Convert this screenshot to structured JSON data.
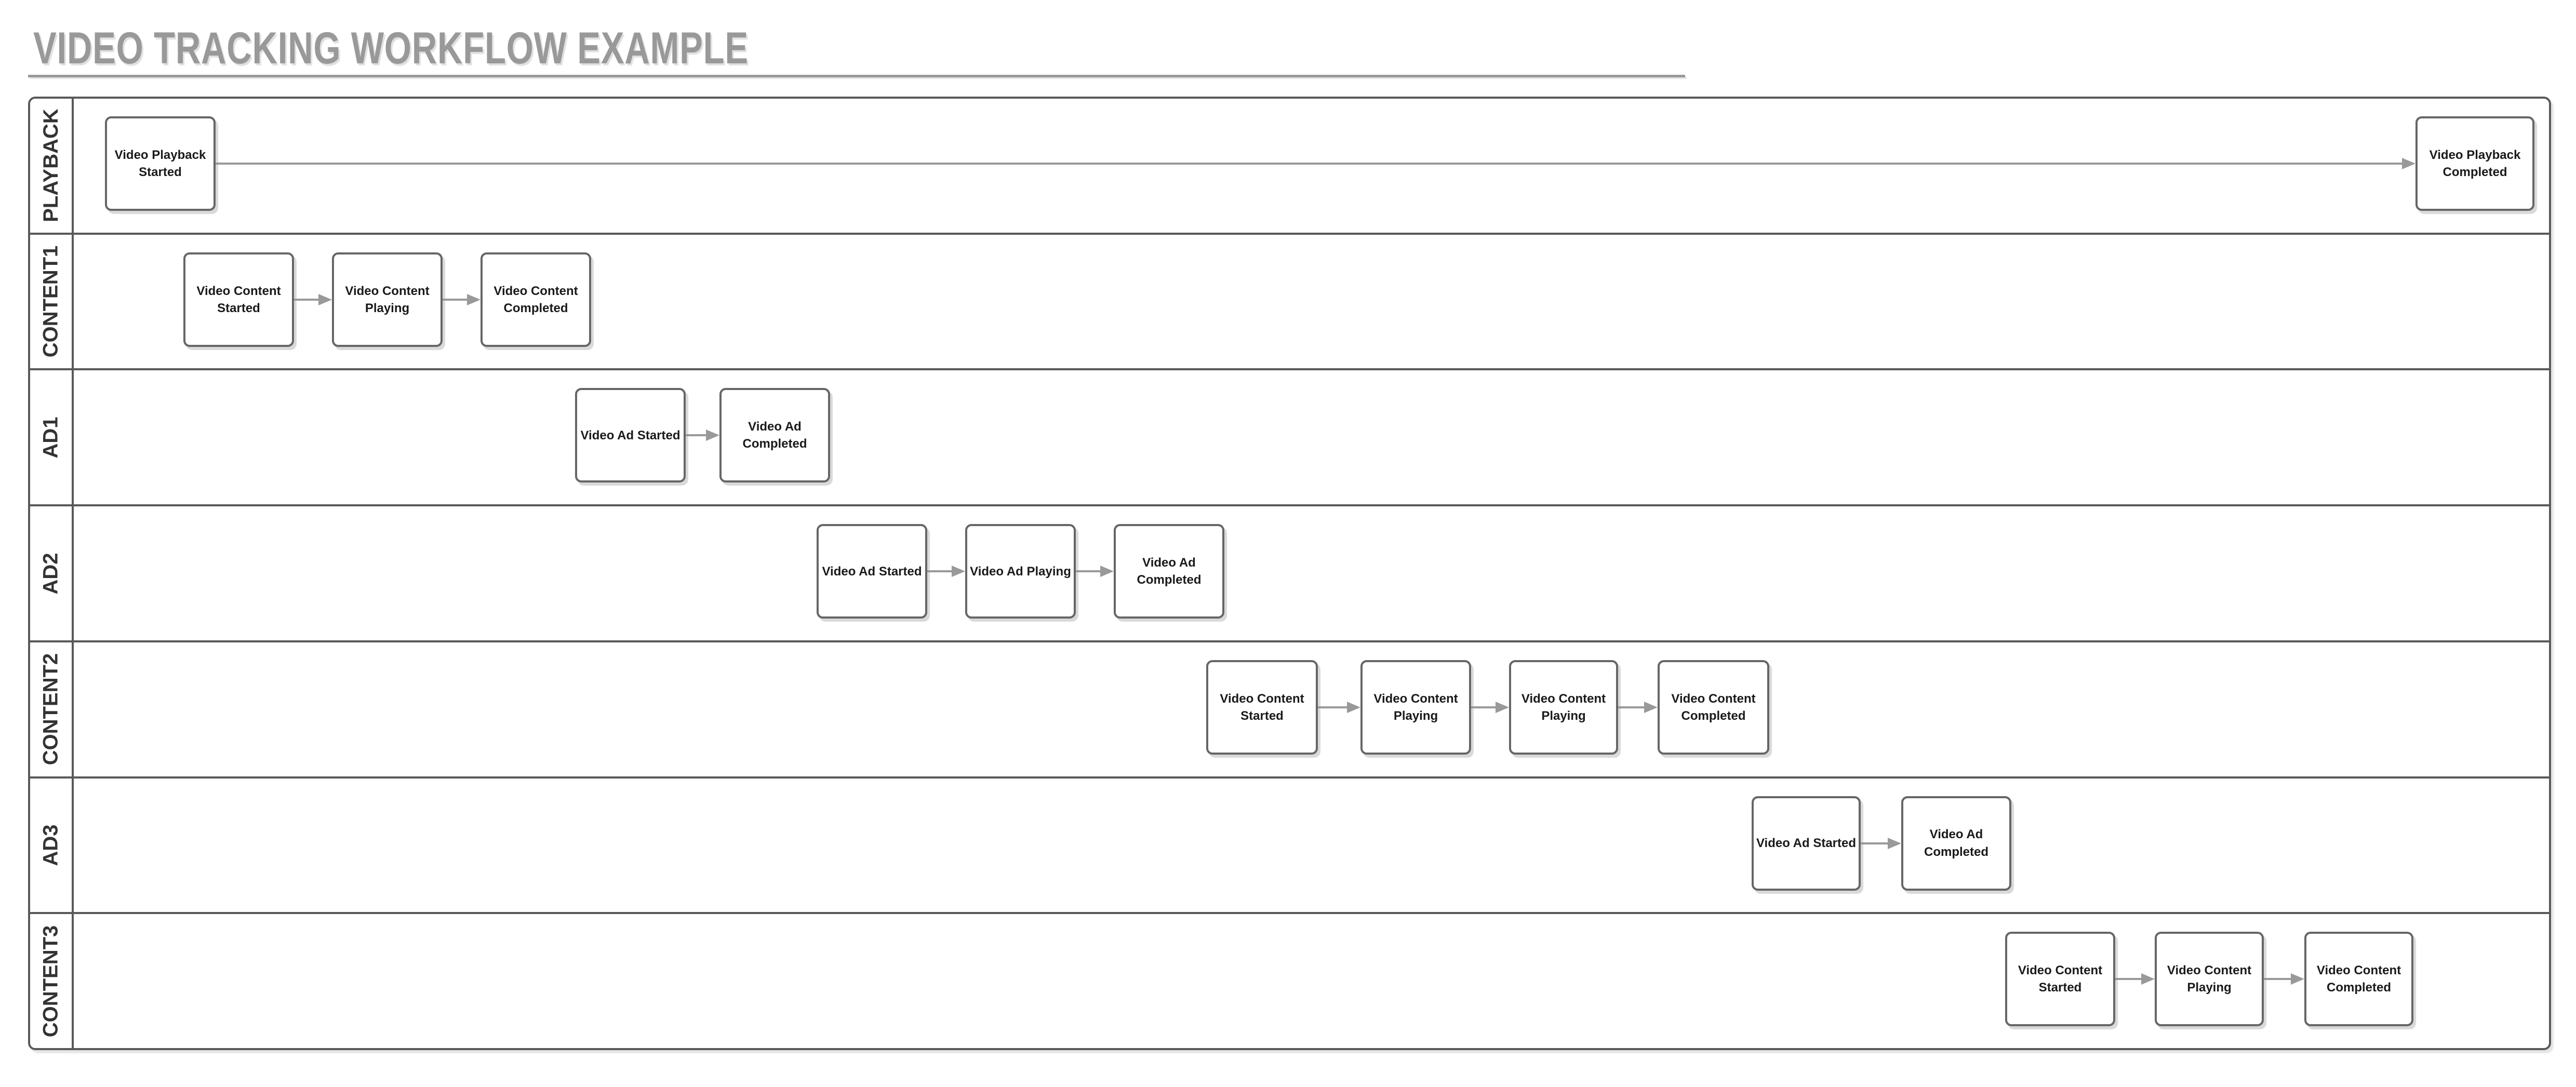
{
  "page": {
    "title": "VIDEO TRACKING WORKFLOW EXAMPLE"
  },
  "colors": {
    "title_text": "#999999",
    "lane_border": "#595959",
    "label_text": "#333333",
    "node_border": "#666666",
    "node_fill": "#ffffff",
    "node_text": "#1a1a1a",
    "arrow": "#999999"
  },
  "diagram": {
    "type": "swimlane-workflow",
    "lanes": [
      {
        "label": "PLAYBACK",
        "nodes": [
          {
            "label": "Video Playback\nStarted"
          },
          {
            "label": "Video Playback\nCompleted"
          }
        ]
      },
      {
        "label": "CONTENT1",
        "nodes": [
          {
            "label": "Video Content\nStarted"
          },
          {
            "label": "Video Content\nPlaying"
          },
          {
            "label": "Video Content\nCompleted"
          }
        ]
      },
      {
        "label": "AD1",
        "nodes": [
          {
            "label": "Video Ad Started"
          },
          {
            "label": "Video Ad\nCompleted"
          }
        ]
      },
      {
        "label": "AD2",
        "nodes": [
          {
            "label": "Video Ad Started"
          },
          {
            "label": "Video Ad Playing"
          },
          {
            "label": "Video Ad\nCompleted"
          }
        ]
      },
      {
        "label": "CONTENT2",
        "nodes": [
          {
            "label": "Video Content\nStarted"
          },
          {
            "label": "Video Content\nPlaying"
          },
          {
            "label": "Video Content\nPlaying"
          },
          {
            "label": "Video Content\nCompleted"
          }
        ]
      },
      {
        "label": "AD3",
        "nodes": [
          {
            "label": "Video Ad Started"
          },
          {
            "label": "Video Ad\nCompleted"
          }
        ]
      },
      {
        "label": "CONTENT3",
        "nodes": [
          {
            "label": "Video Content\nStarted"
          },
          {
            "label": "Video Content\nPlaying"
          },
          {
            "label": "Video Content\nCompleted"
          }
        ]
      }
    ]
  }
}
